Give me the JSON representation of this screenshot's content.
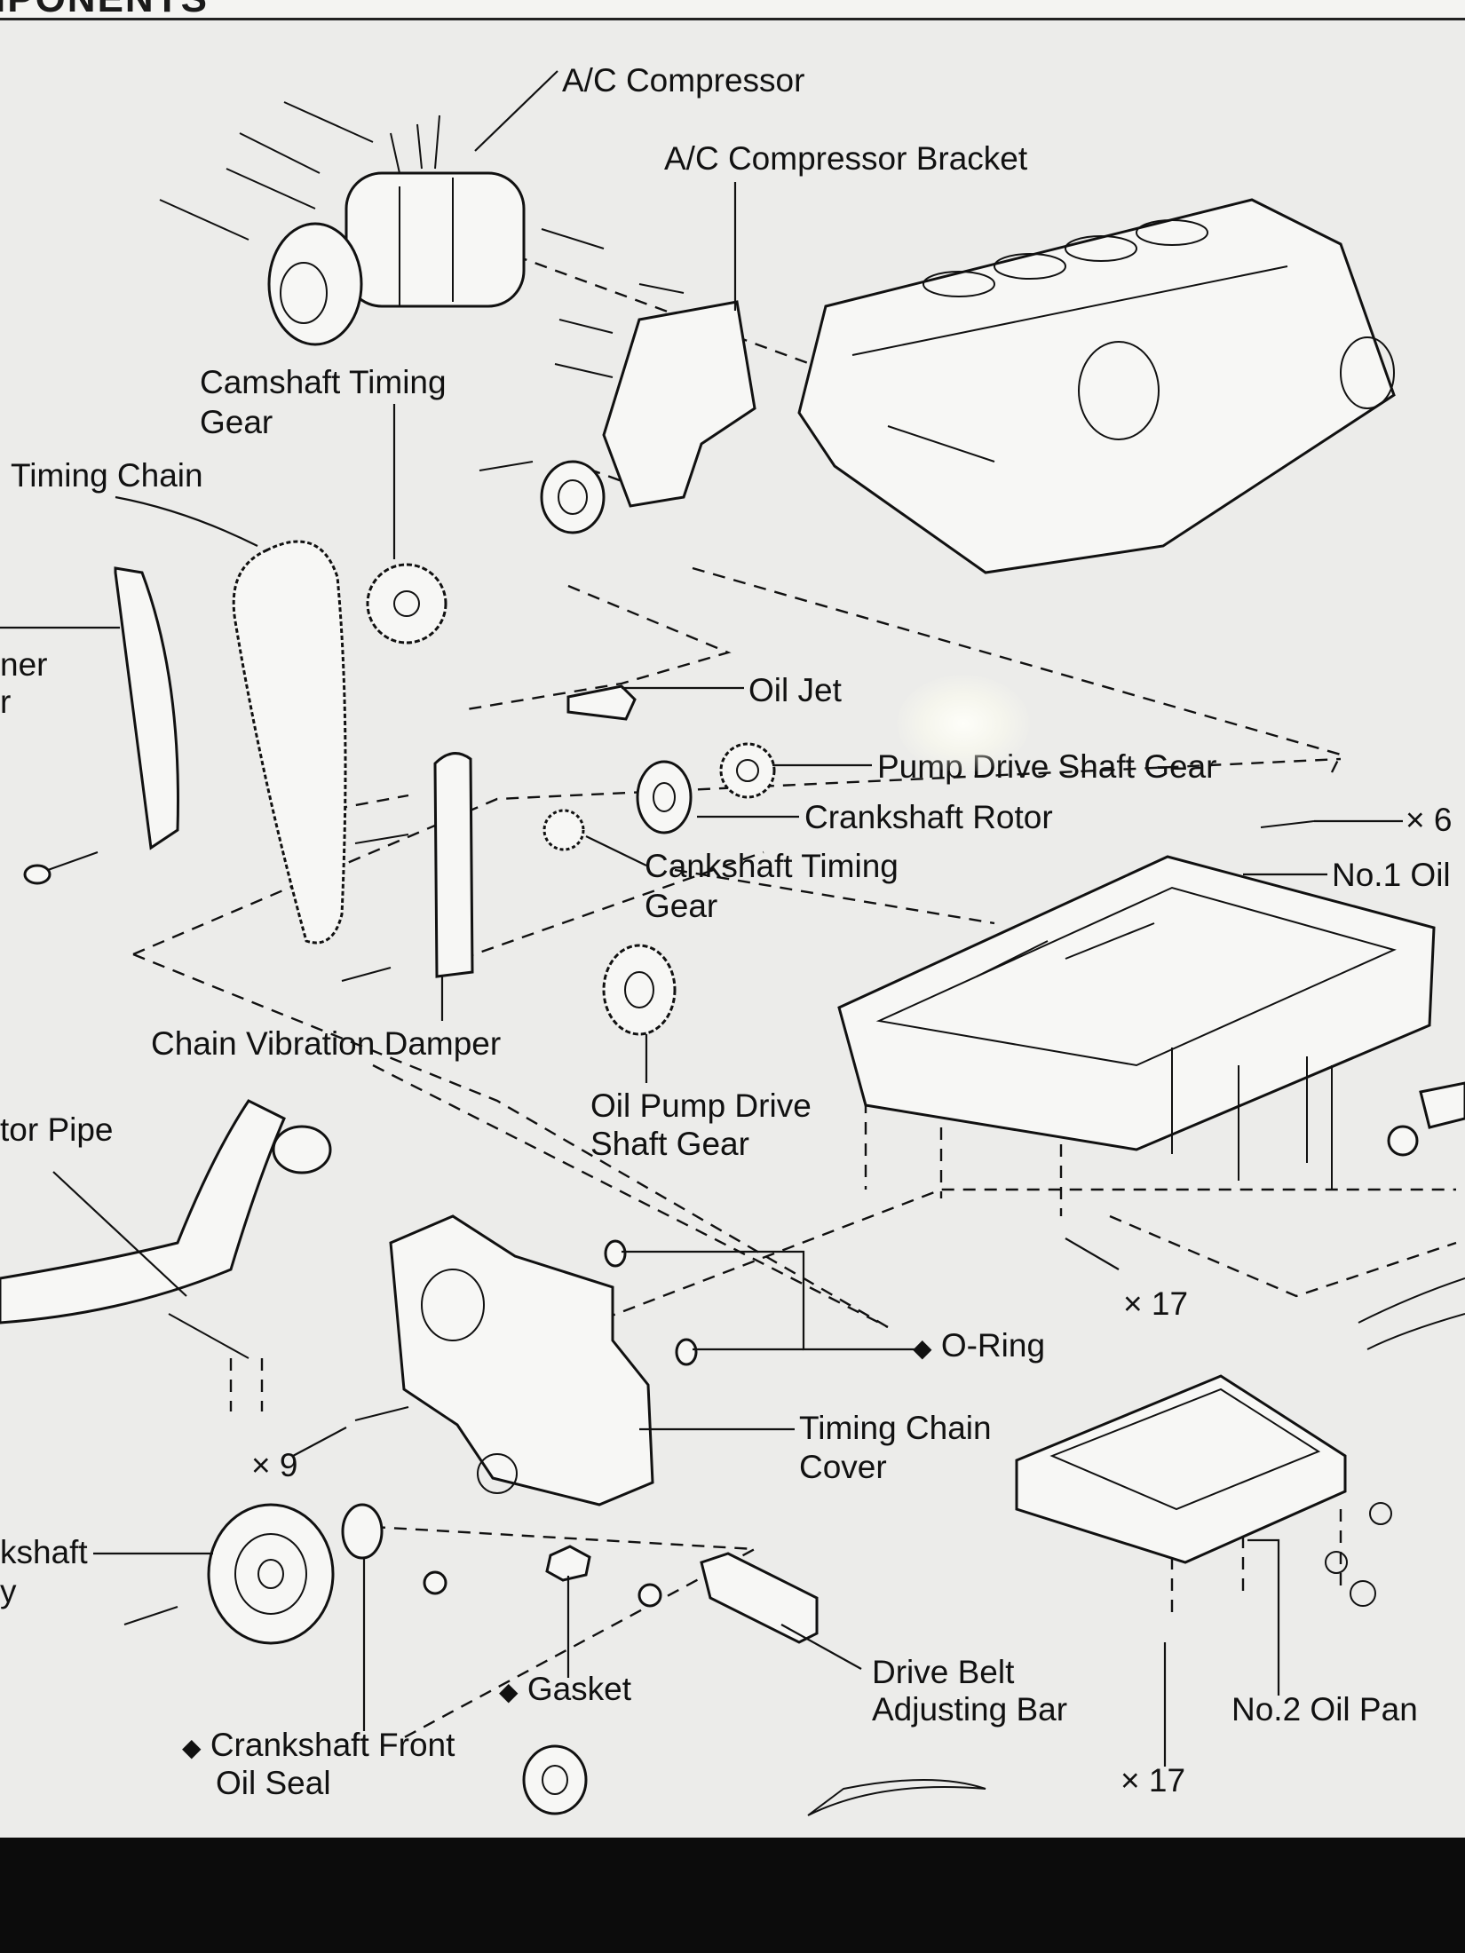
{
  "header": {
    "title": "IPONENTS"
  },
  "labels": {
    "ac_compressor": "A/C Compressor",
    "ac_compressor_bracket": "A/C Compressor Bracket",
    "camshaft_timing_gear_1": "Camshaft Timing",
    "camshaft_timing_gear_2": "Gear",
    "timing_chain": "Timing Chain",
    "tensioner_partial_1": "ner",
    "tensioner_partial_2": "r",
    "oil_jet": "Oil Jet",
    "pump_drive_shaft_gear": "Pump Drive Shaft Gear",
    "crankshaft_rotor": "Crankshaft Rotor",
    "cankshaft_timing_gear_1": "Cankshaft Timing",
    "cankshaft_timing_gear_2": "Gear",
    "qty_x6": "× 6",
    "no1_oil_partial": "No.1 Oil",
    "chain_vibration_damper": "Chain Vibration Damper",
    "oil_pump_drive_shaft_gear_1": "Oil Pump Drive",
    "oil_pump_drive_shaft_gear_2": "Shaft Gear",
    "pipe_partial": "tor Pipe",
    "qty_x17_upper": "× 17",
    "o_ring": "O-Ring",
    "qty_x9": "× 9",
    "timing_chain_cover_1": "Timing Chain",
    "timing_chain_cover_2": "Cover",
    "pulley_partial_1": "kshaft",
    "pulley_partial_2": "y",
    "gasket": "Gasket",
    "drive_belt_adjusting_bar_1": "Drive Belt",
    "drive_belt_adjusting_bar_2": "Adjusting Bar",
    "no2_oil_pan": "No.2 Oil Pan",
    "crankshaft_front_oil_seal_1": "Crankshaft Front",
    "crankshaft_front_oil_seal_2": "Oil Seal",
    "qty_x17_lower": "× 17",
    "new_part_marker": "◆"
  }
}
